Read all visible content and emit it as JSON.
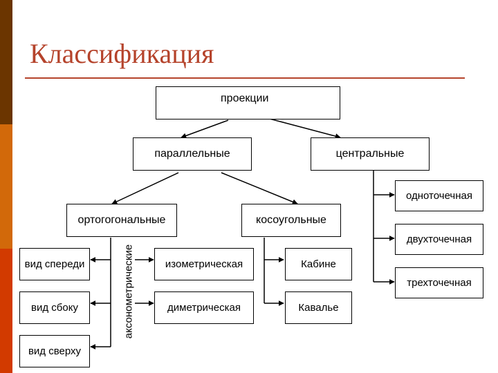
{
  "slide": {
    "title": "Классификация",
    "accent_colors": [
      "#6b3500",
      "#d2690a",
      "#d23a00"
    ],
    "title_color": "#b5432b"
  },
  "diagram": {
    "root": "проекции",
    "parallel": "параллельные",
    "central": "центральные",
    "orthogonal": "ортогогональные",
    "oblique": "косоугольные",
    "front_view": "вид спереди",
    "side_view": "вид сбоку",
    "top_view": "вид сверху",
    "axonometric_label": "аксонометрические",
    "isometric": "изометрическая",
    "dimetric": "диметрическая",
    "cabinet": "Кабине",
    "cavalier": "Кавалье",
    "one_point": "одноточечная",
    "two_point": "двухточечная",
    "three_point": "трехточечная"
  }
}
